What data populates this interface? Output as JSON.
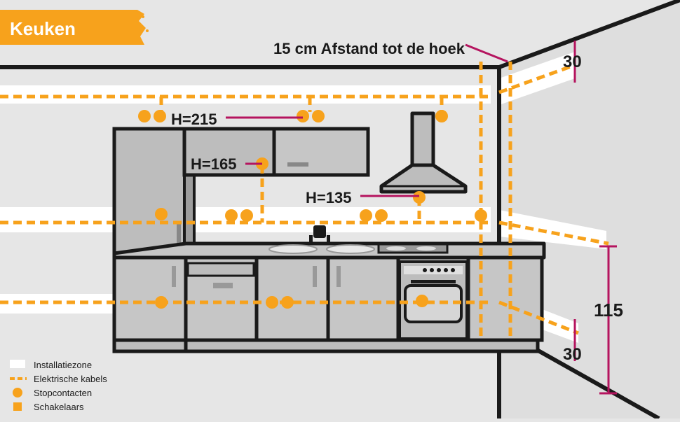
{
  "title": "Keuken",
  "corner_label": "15 cm Afstand tot de hoek",
  "heights": {
    "h215": "H=215",
    "h165": "H=165",
    "h135": "H=135"
  },
  "dimensions": {
    "top": "30",
    "bottom": "30",
    "middle": "115"
  },
  "legend": {
    "zone": "Installatiezone",
    "cables": "Elektrische kabels",
    "sockets": "Stopcontacten",
    "switches": "Schakelaars"
  },
  "colors": {
    "orange": "#f7a21c",
    "magenta": "#b5145f",
    "dark": "#1a1a1a",
    "wall": "#e6e6e6",
    "zone": "#ffffff",
    "cabinet": "#bdbdbd"
  }
}
